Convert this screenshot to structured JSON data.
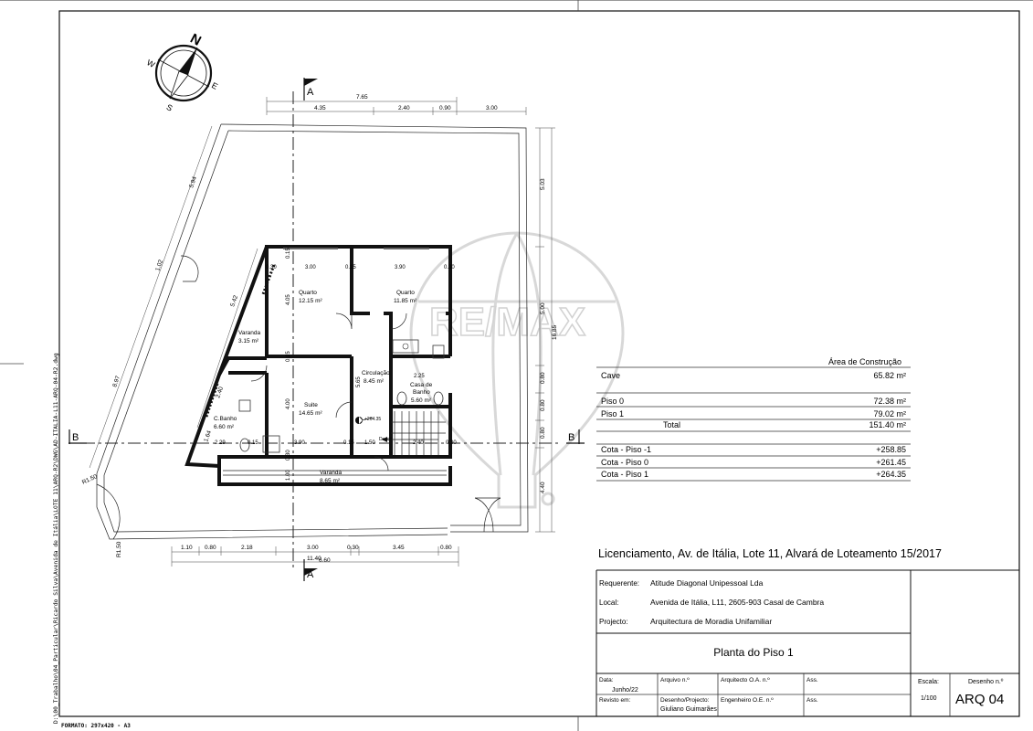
{
  "sheet": {
    "file_path": "D:\\00_Trabalho\\04_Particular\\Ricardo Silva\\Avenida de Itália\\LOTE 11\\ARQ-R2\\DWG\\AD-ITALIA-L11-ARQ-04-R2.dwg",
    "format": "FORMATO: 297x420 - A3"
  },
  "compass": {
    "n": "N",
    "e": "E",
    "s": "S",
    "w": "W"
  },
  "watermark": {
    "brand": "RE/MAX"
  },
  "section_marks": {
    "a_top": "A",
    "a_bottom": "A",
    "b_left": "B",
    "b_right": "B"
  },
  "rooms": [
    {
      "name": "Quarto",
      "area": "12.15 m²"
    },
    {
      "name": "Quarto",
      "area": "11.85 m²"
    },
    {
      "name": "Varanda",
      "area": "3.15 m²"
    },
    {
      "name": "Circulação",
      "area": "8.45 m²"
    },
    {
      "name_line1": "Casa de",
      "name_line2": "Banho",
      "area": "5.60 m²"
    },
    {
      "name": "Suite",
      "area": "14.65 m²"
    },
    {
      "name": "C.Banho",
      "area": "6.60 m²"
    },
    {
      "name": "Varanda",
      "area": "8.65 m²"
    }
  ],
  "plan_labels": {
    "level": "+264.35",
    "stair": "Desce"
  },
  "dimensions": {
    "top_total": "7.65",
    "top_parts": [
      "4.35",
      "2.40",
      "0.90",
      "3.00"
    ],
    "bottom_total": "11.40",
    "bottom_extra": "6.60",
    "bottom_parts": [
      "1.10",
      "0.80",
      "2.18",
      "3.00",
      "0.30",
      "3.45",
      "0.80"
    ],
    "right_chain": [
      "5.03",
      "5.00",
      "0.80",
      "0.80",
      "0.80",
      "4.40"
    ],
    "right_total": "16.85",
    "left_diag": [
      "5.94",
      "1.02",
      "8.97",
      "5.42",
      "2.40",
      "1.64"
    ],
    "radii": [
      "R1.50",
      "R1.50"
    ],
    "interior": [
      "0.30",
      "3.00",
      "0.15",
      "3.90",
      "0.30",
      "4.05",
      "0.15",
      "0.15",
      "4.00",
      "5.65",
      "2.25",
      "3.90",
      "0.15",
      "1.50",
      "2.40",
      "0.30",
      "2.29",
      "0.15",
      "1.00",
      "0.30"
    ]
  },
  "area_table": {
    "header": "Área de Construção",
    "rows": [
      {
        "label": "Cave",
        "value": "65.82 m²"
      },
      {
        "label": "Piso 0",
        "value": "72.38 m²"
      },
      {
        "label": "Piso 1",
        "value": "79.02 m²"
      },
      {
        "label": "Total",
        "value": "151.40 m²"
      }
    ],
    "cota_rows": [
      {
        "label": "Cota - Piso -1",
        "value": "+258.85"
      },
      {
        "label": "Cota - Piso 0",
        "value": "+261.45"
      },
      {
        "label": "Cota - Piso 1",
        "value": "+264.35"
      }
    ]
  },
  "title_block": {
    "heading": "Licenciamento, Av. de Itália, Lote 11, Alvará de Loteamento 15/2017",
    "requerente_label": "Requerente:",
    "requerente": "Atitude Diagonal Unipessoal Lda",
    "local_label": "Local:",
    "local": "Avenida de Itália, L11, 2605-903 Casal de Cambra",
    "projecto_label": "Projecto:",
    "projecto": "Arquitectura de Moradia Unifamiliar",
    "drawing_title": "Planta do Piso 1",
    "data_label": "Data:",
    "data": "Junho/22",
    "arquivo_label": "Arquivo n.º",
    "arquitecto_label": "Arquitecto O.A. n.º",
    "ass_label": "Ass.",
    "escala_label": "Escala:",
    "escala": "1/100",
    "desenho_label": "Desenho n.º",
    "desenho": "ARQ 04",
    "revisto_label": "Revisto em:",
    "desenho_projecto_label": "Desenho/Projecto:",
    "desenho_projecto": "Giuliano Guimarães",
    "engenheiro_label": "Engenheiro O.E. n.º",
    "ass2_label": "Ass."
  }
}
